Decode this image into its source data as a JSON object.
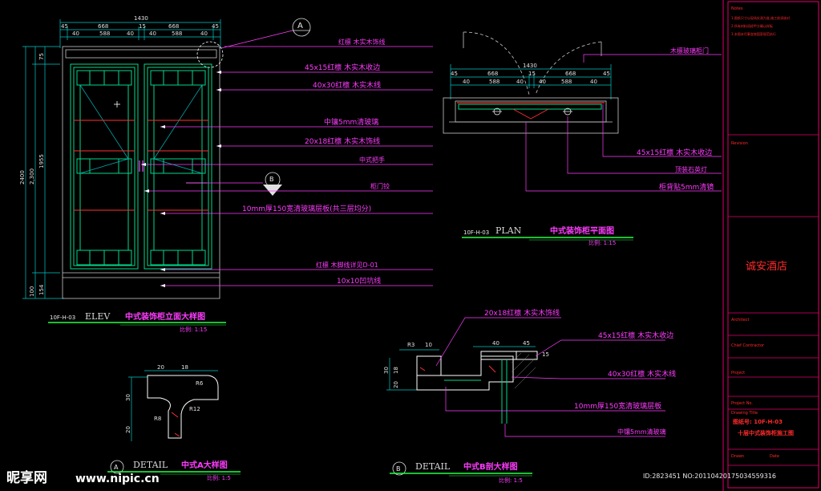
{
  "elev": {
    "dim_total": "1430",
    "dims_top": [
      "45",
      "668",
      "15",
      "668",
      "45"
    ],
    "dims_sub": [
      "40",
      "588",
      "40",
      "40",
      "588",
      "40"
    ],
    "dims_left": [
      "2400",
      "2,300",
      "1955",
      "75",
      "100",
      "154"
    ],
    "marker_a": "A",
    "marker_b": "B",
    "callouts": [
      "红檩 木实木饰线",
      "45x15红檩 木实木收边",
      "40x30红檩 木实木线",
      "中镶5mm清玻璃",
      "20x18红檩 木实木饰线",
      "中式把手",
      "柜门铰",
      "10mm厚150宽清玻璃层板(共三层均分)",
      "红檩 木脚线详见D-01",
      "10x10凹坑线"
    ],
    "code": "10F-H-03",
    "title_en": "ELEV",
    "title_cn": "中式装饰柜立面大样图",
    "scale": "比例: 1:15"
  },
  "plan": {
    "dim_total": "1430",
    "dims_top": [
      "45",
      "668",
      "15",
      "668",
      "45"
    ],
    "dims_sub": [
      "40",
      "588",
      "40",
      "40",
      "588",
      "40"
    ],
    "callouts": [
      "木檩玻璃柜门",
      "45x15红檩 木实木收边",
      "顶装石英灯",
      "柜背贴5mm清镜"
    ],
    "code": "10F-H-03",
    "title_en": "PLAN",
    "title_cn": "中式装饰柜平面图",
    "scale": "比例: 1:15"
  },
  "detail_a": {
    "marker": "A",
    "dims": [
      "20",
      "18",
      "30",
      "R6",
      "R12",
      "R8",
      "20"
    ],
    "title_en": "DETAIL",
    "title_cn": "中式A大样图",
    "scale": "比例: 1:5"
  },
  "detail_b": {
    "marker": "B",
    "dims": [
      "R3",
      "10",
      "45",
      "40",
      "30",
      "20",
      "18",
      "15"
    ],
    "callouts": [
      "20x18红檩 木实木饰线",
      "45x15红檩 木实木收边",
      "40x30红檩 木实木线",
      "10mm厚150宽清玻璃层板",
      "中镶5mm清玻璃"
    ],
    "title_en": "DETAIL",
    "title_cn": "中式B剖大样图",
    "scale": "比例: 1:5"
  },
  "title_block": {
    "notes_label": "Notes",
    "notes": [
      "1.图纸尺寸以现场实测为准,施工前须核对",
      "2.所有材料须经甲方确认样板",
      "3.本图未尽事宜按国家规范执行"
    ],
    "revision_label": "Revision",
    "project_name": "诚安酒店",
    "architect_label": "Architect",
    "contractor_label": "Chief Contractor",
    "project_label": "Project",
    "project_no_label": "Project No.",
    "drawing_title_label": "Drawing Title",
    "drawing_no": "图纸号: 10F-H-03",
    "drawing_title": "十层中式装饰柜施工图",
    "drawn_label": "Drawn",
    "date_label": "Date"
  },
  "watermark": {
    "brand": "昵享网",
    "url": "www.nipic.cn",
    "id_text": "ID:2823451 NO:20110420175034559316"
  },
  "colors": {
    "background": "#000000",
    "frame": "#e0006e",
    "callout": "#ff3cff",
    "cabinet_green": "#00d98a",
    "dimension": "#00c8c8",
    "title_bar": "#22ff44"
  }
}
